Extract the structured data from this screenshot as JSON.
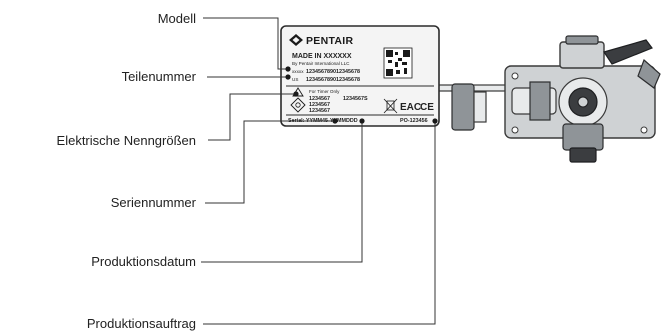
{
  "callouts": {
    "model": "Modell",
    "part_number": "Teilenummer",
    "electrical_ratings": "Elektrische Nenngrößen",
    "serial_number": "Seriennummer",
    "production_date": "Produktionsdatum",
    "production_order": "Produktionsauftrag"
  },
  "label": {
    "brand": "PENTAIR",
    "made_in": "MADE IN XXXXXX",
    "company": "By Pentair International LLC",
    "line1_prefix": "xxxxx",
    "line1_value": "123456789012345678",
    "line2_prefix": "US",
    "line2_value": "123456789012345678",
    "timer_note": "For Timer Only",
    "rating1": "1234567",
    "rating1b": "1234567S",
    "rating2": "1234567",
    "rating3": "1234567",
    "serial": "Serial: YYMM45-YYMMDDD",
    "order": "PO-123456",
    "cert_eac": "EAC",
    "cert_ce": "CE"
  },
  "colors": {
    "label_bg": "#f4f4f4",
    "line": "#333333",
    "text": "#222222"
  }
}
